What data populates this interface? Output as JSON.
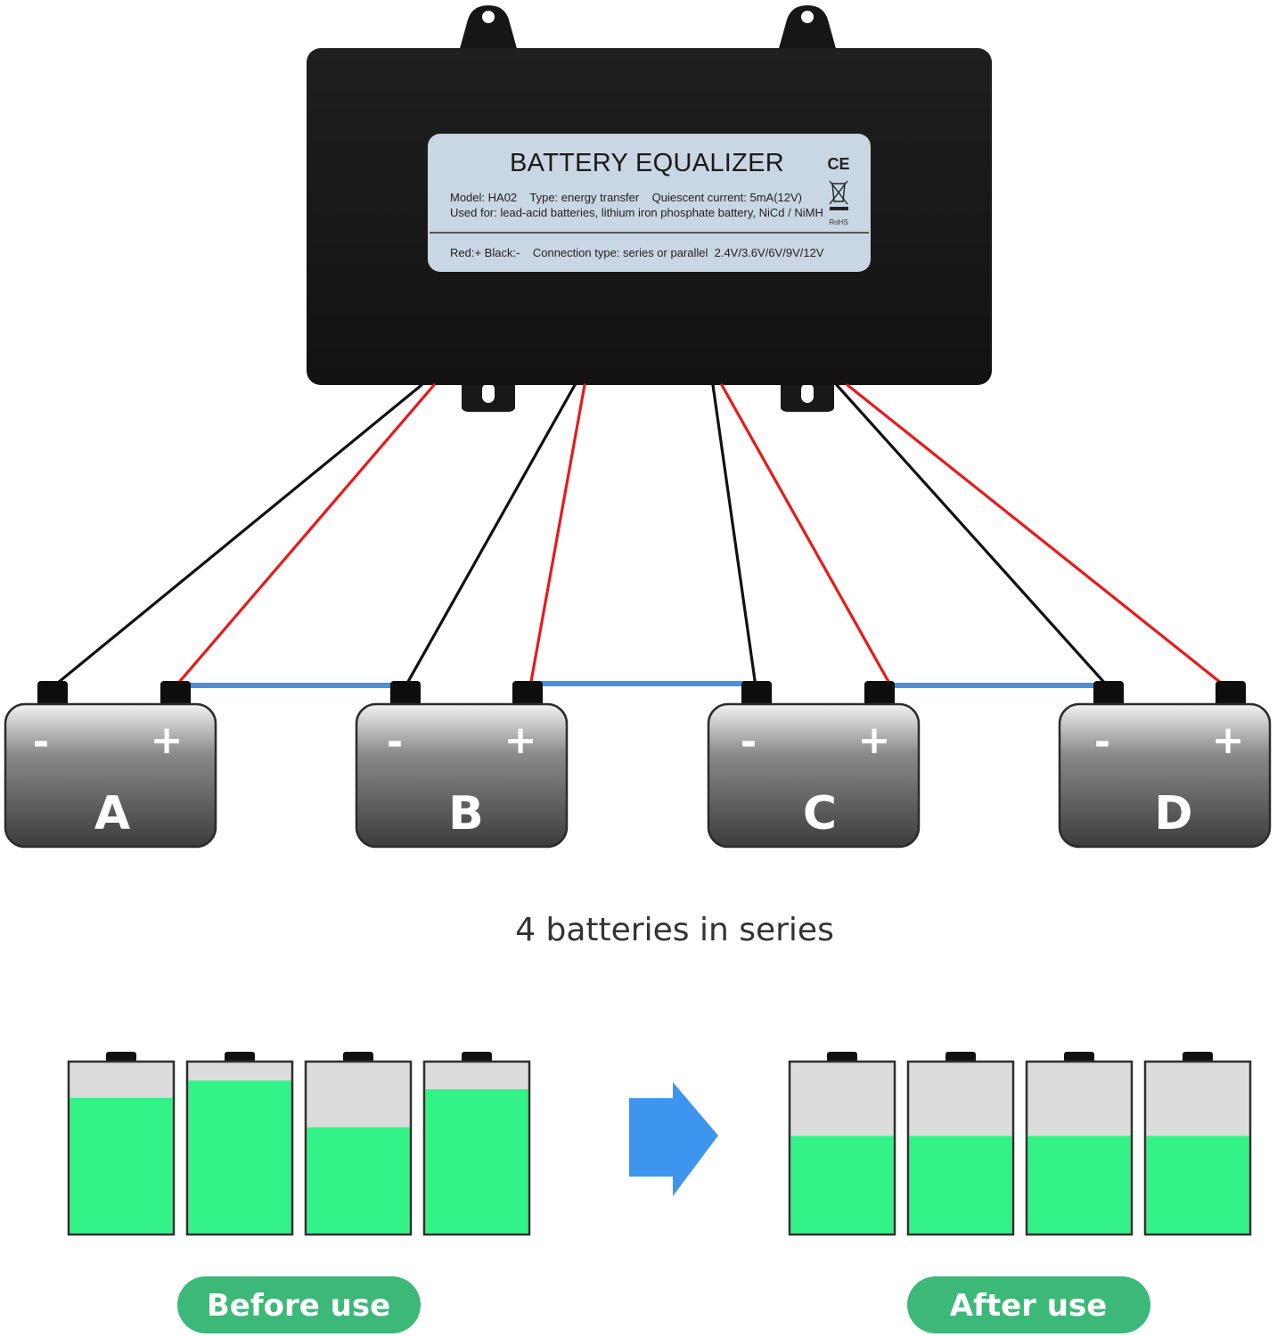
{
  "device": {
    "title": "BATTERY EQUALIZER",
    "line1": "Model: HA02    Type: energy transfer    Quiescent current: 5mA(12V)",
    "line2": "Used for: lead-acid batteries, lithium iron phosphate battery, NiCd / NiMH",
    "line3": "Red:+ Black:-    Connection type: series or parallel  2.4V/3.6V/6V/9V/12V",
    "ce_mark": "CE",
    "rohs": "RoHS",
    "label_color": "#c9d6e3"
  },
  "batteries": [
    {
      "letter": "A",
      "minus": "-",
      "plus": "+"
    },
    {
      "letter": "B",
      "minus": "-",
      "plus": "+"
    },
    {
      "letter": "C",
      "minus": "-",
      "plus": "+"
    },
    {
      "letter": "D",
      "minus": "-",
      "plus": "+"
    }
  ],
  "caption": "4 batteries in series",
  "comparison": {
    "before_label": "Before use",
    "after_label": "After use",
    "before_levels": [
      0.79,
      0.89,
      0.62,
      0.84
    ],
    "after_levels": [
      0.57,
      0.57,
      0.57,
      0.57
    ],
    "arrow_icon": "right-arrow-icon"
  },
  "colors": {
    "wire_red": "#e81a1a",
    "wire_black": "#111111",
    "link_blue": "#4a90d9",
    "charge_green": "#33f286",
    "pill_green": "#3cb878",
    "arrow_blue": "#3d95ee"
  }
}
